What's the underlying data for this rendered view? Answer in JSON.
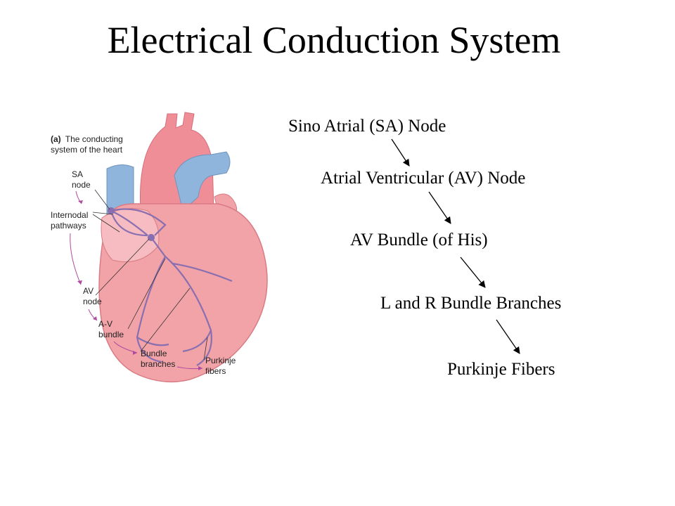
{
  "title": "Electrical Conduction System",
  "steps": [
    "Sino Atrial (SA) Node",
    "Atrial Ventricular (AV) Node",
    "AV Bundle (of His)",
    "L and R Bundle Branches",
    "Purkinje Fibers"
  ],
  "figure": {
    "caption_letter": "(a)",
    "caption_line1": "The conducting",
    "caption_line2": "system of the heart",
    "labels": {
      "sa_1": "SA",
      "sa_2": "node",
      "internodal_1": "Internodal",
      "internodal_2": "pathways",
      "av_1": "AV",
      "av_2": "node",
      "avb_1": "A-V",
      "avb_2": "bundle",
      "bundle_1": "Bundle",
      "bundle_2": "branches",
      "purkinje_1": "Purkinje",
      "purkinje_2": "fibers"
    }
  },
  "colors": {
    "heart": "#f2a3a8",
    "heart_dark": "#d97b84",
    "vessel_blue": "#8fb5dc",
    "pathway": "#8a6fb0",
    "pointer_arrow": "#b04aa0"
  }
}
